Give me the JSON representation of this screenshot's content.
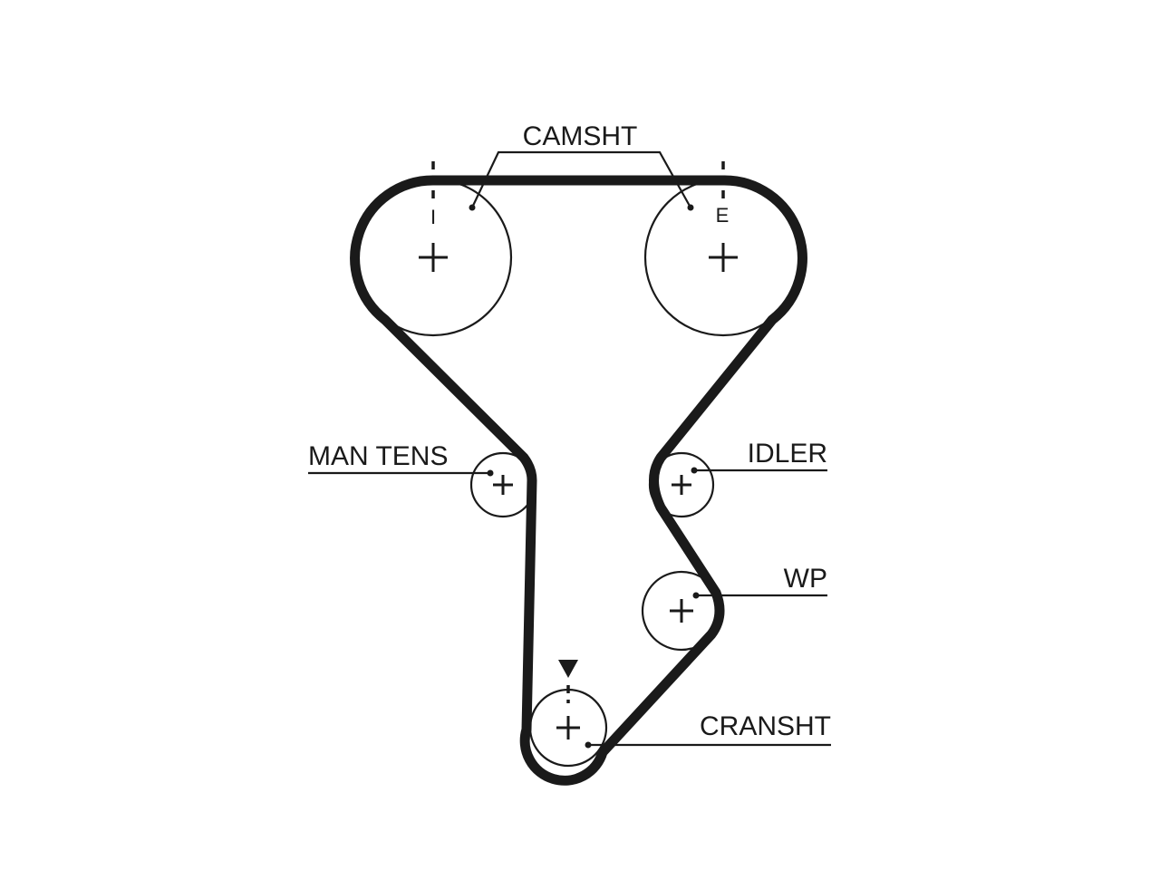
{
  "labels": {
    "camshaft": "CAMSHT",
    "tensioner": "MAN TENS",
    "idler": "IDLER",
    "water_pump": "WP",
    "crankshaft": "CRANSHT"
  },
  "timing_marks": {
    "intake": "I",
    "exhaust": "E"
  },
  "colors": {
    "line": "#1a1a1a",
    "background": "#ffffff"
  }
}
